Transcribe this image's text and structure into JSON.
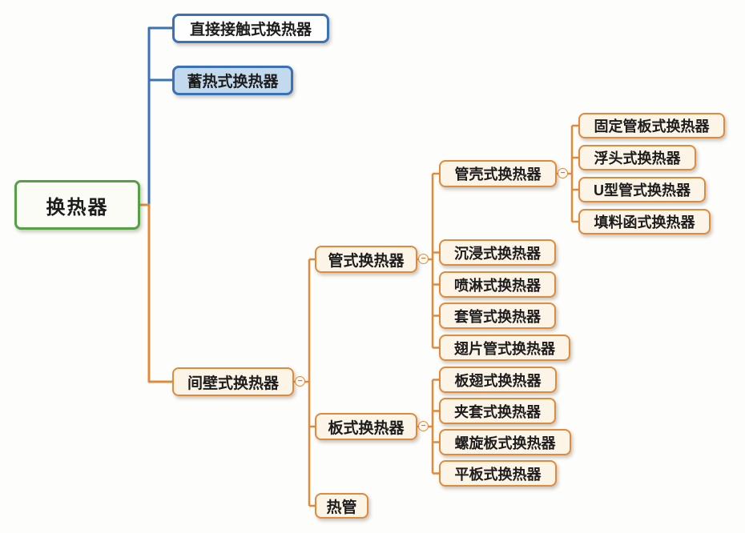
{
  "nodes": {
    "root": "换热器",
    "direct_contact": "直接接触式换热器",
    "regenerative": "蓄热式换热器",
    "partition": "间壁式换热器",
    "tube": "管式换热器",
    "plate": "板式换热器",
    "heat_pipe": "热管",
    "shell_tube": "管壳式换热器",
    "immersion": "沉浸式换热器",
    "spray": "喷淋式换热器",
    "double_pipe": "套管式换热器",
    "finned_tube": "翅片管式换热器",
    "fixed_tube_sheet": "固定管板式换热器",
    "floating_head": "浮头式换热器",
    "u_tube": "U型管式换热器",
    "stuffing_box": "填料函式换热器",
    "plate_fin": "板翅式换热器",
    "jacketed": "夹套式换热器",
    "spiral_plate": "螺旋板式换热器",
    "flat_plate": "平板式换热器"
  },
  "icons": {
    "collapse_glyph": "−"
  },
  "colors": {
    "root_border": "#55a047",
    "blue_border": "#3a72b5",
    "blue_fill": "#c3d9ed",
    "orange_border": "#e08a3b",
    "orange_fill": "#fdf4e8"
  }
}
